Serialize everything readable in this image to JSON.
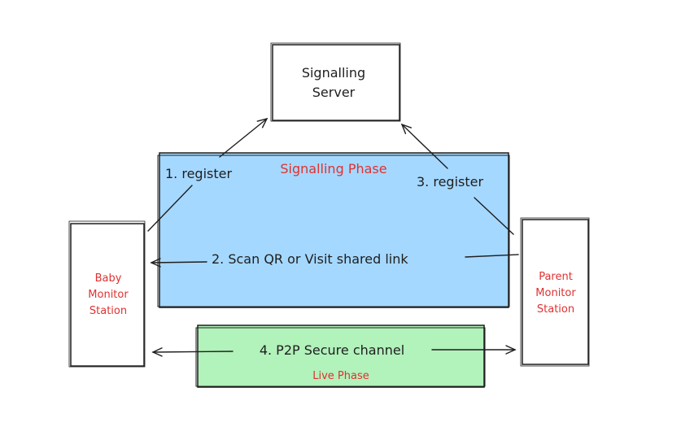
{
  "nodes": {
    "server": {
      "line1": "Signalling",
      "line2": "Server"
    },
    "baby": {
      "line1": "Baby",
      "line2": "Monitor",
      "line3": "Station"
    },
    "parent": {
      "line1": "Parent",
      "line2": "Monitor",
      "line3": "Station"
    }
  },
  "phases": {
    "signalling": "Signalling Phase",
    "live": "Live Phase"
  },
  "steps": {
    "register_baby": "1. register",
    "scan": "2. Scan QR or Visit shared link",
    "register_parent": "3. register",
    "p2p": "4. P2P Secure channel"
  },
  "colors": {
    "stroke": "#1e1e1e",
    "signalling_fill": "#a5d8ff",
    "live_fill": "#b2f2bb",
    "accent_red": "#e03131"
  }
}
